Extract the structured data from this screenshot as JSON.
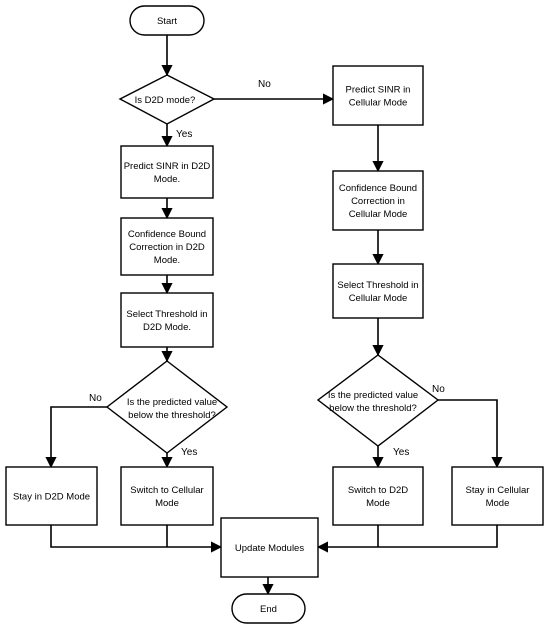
{
  "nodes": {
    "start": [
      "Start"
    ],
    "is_d2d": [
      "Is D2D mode?"
    ],
    "predict_d2d": [
      "Predict SINR in D2D",
      "Mode."
    ],
    "conf_d2d": [
      "Confidence Bound",
      "Correction in D2D",
      "Mode."
    ],
    "thresh_d2d": [
      "Select Threshold  in",
      "D2D Mode."
    ],
    "dec_d2d": [
      "Is the predicted value",
      "below the threshold?"
    ],
    "stay_d2d": [
      "Stay in D2D Mode"
    ],
    "switch_cell": [
      "Switch to Cellular",
      "Mode"
    ],
    "predict_cell": [
      "Predict SINR in",
      "Cellular Mode"
    ],
    "conf_cell": [
      "Confidence Bound",
      "Correction in",
      "Cellular Mode"
    ],
    "thresh_cell": [
      "Select Threshold  in",
      "Cellular Mode"
    ],
    "dec_cell": [
      "Is the predicted value",
      "below the threshold?"
    ],
    "switch_d2d": [
      "Switch to D2D",
      "Mode"
    ],
    "stay_cell": [
      "Stay in Cellular",
      "Mode"
    ],
    "update": [
      "Update Modules"
    ],
    "end": [
      "End"
    ]
  },
  "edge_labels": {
    "no_top": "No",
    "yes_top": "Yes",
    "no_left": "No",
    "yes_left": "Yes",
    "no_right": "No",
    "yes_right": "Yes"
  }
}
